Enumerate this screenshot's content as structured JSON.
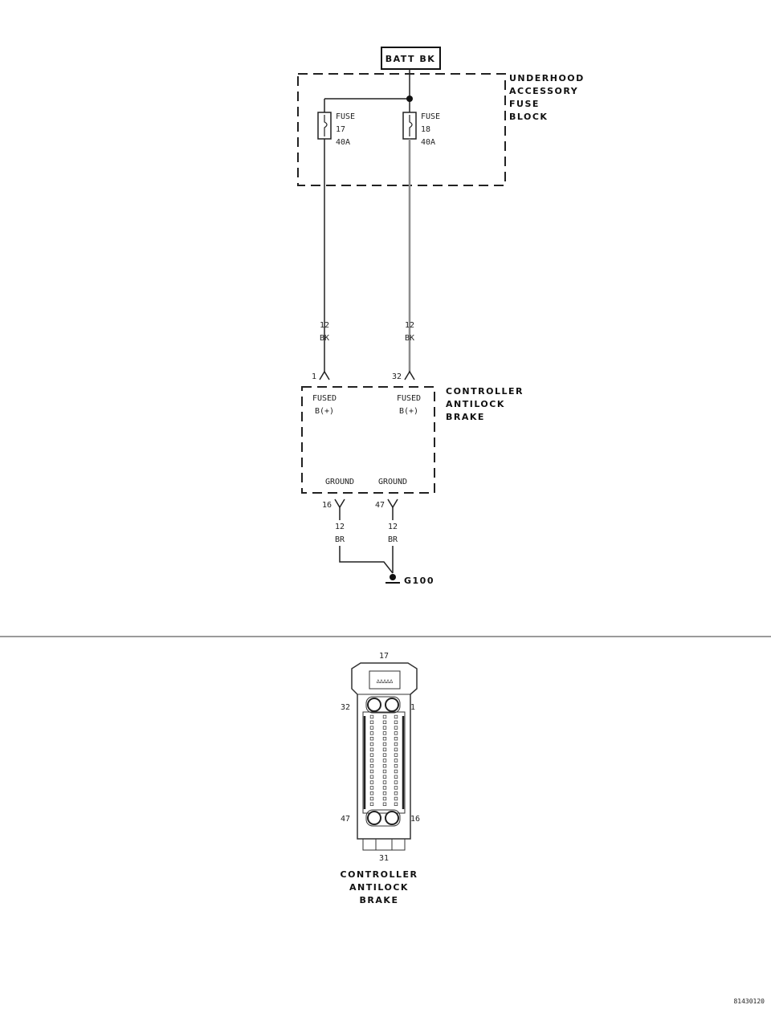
{
  "battery": {
    "label": "BATT BK"
  },
  "fuse_block": {
    "lines": [
      "UNDERHOOD",
      "ACCESSORY",
      "FUSE",
      "BLOCK"
    ],
    "fuses": [
      {
        "word": "FUSE",
        "number": "17",
        "rating": "40A"
      },
      {
        "word": "FUSE",
        "number": "18",
        "rating": "40A"
      }
    ]
  },
  "wires": {
    "upper_left": {
      "gauge": "12",
      "color": "BK"
    },
    "upper_right": {
      "gauge": "12",
      "color": "BK"
    },
    "lower_left": {
      "gauge": "12",
      "color": "BR"
    },
    "lower_right": {
      "gauge": "12",
      "color": "BR"
    }
  },
  "controller": {
    "lines": [
      "CONTROLLER",
      "ANTILOCK",
      "BRAKE"
    ],
    "pins": [
      {
        "cavity": "1",
        "line1": "FUSED",
        "line2": "B(+)"
      },
      {
        "cavity": "32",
        "line1": "FUSED",
        "line2": "B(+)"
      },
      {
        "cavity": "16",
        "line1": "GROUND"
      },
      {
        "cavity": "47",
        "line1": "GROUND"
      }
    ]
  },
  "ground": {
    "label": "G100"
  },
  "connector_view": {
    "pin_labels": {
      "top": "17",
      "top_left": "32",
      "top_right": "1",
      "bottom_left": "47",
      "bottom_right": "16",
      "bottom": "31"
    },
    "title_lines": [
      "CONTROLLER",
      "ANTILOCK",
      "BRAKE"
    ]
  },
  "figure_id": "81430120"
}
